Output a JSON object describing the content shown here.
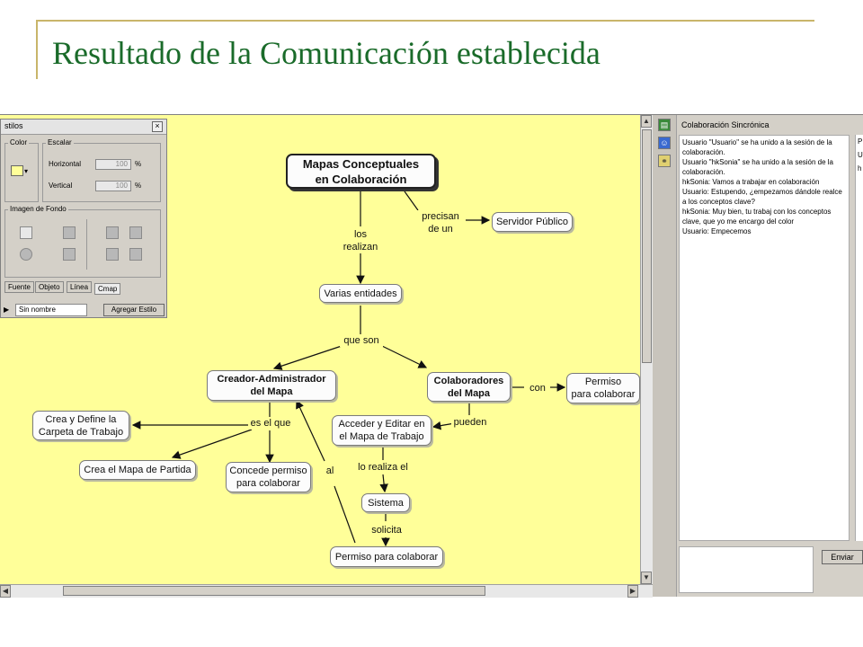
{
  "slide": {
    "title": "Resultado de la Comunicación establecida"
  },
  "map": {
    "nodes": {
      "main": "Mapas Conceptuales\nen Colaboración",
      "servidor": "Servidor Público",
      "varias": "Varias entidades",
      "creador": "Creador-Administrador\ndel Mapa",
      "colaboradores": "Colaboradores\ndel Mapa",
      "permiso_colaborar": "Permiso\npara colaborar",
      "crea_define": "Crea y Define la\nCarpeta de Trabajo",
      "acceder": "Acceder y Editar en\nel Mapa de Trabajo",
      "crea_mapa": "Crea el Mapa de Partida",
      "concede": "Concede permiso\npara colaborar",
      "sistema": "Sistema",
      "permiso_para": "Permiso para colaborar"
    },
    "links": {
      "precisan": "precisan\nde un",
      "los_realizan": "los\nrealizan",
      "que_son": "que son",
      "con": "con",
      "es_el_que": "es el que",
      "pueden": "pueden",
      "lo_realiza": "lo realiza el",
      "al": "al",
      "solicita": "solicita"
    }
  },
  "styles_panel": {
    "title": "stilos",
    "color_label": "Color",
    "escalar_label": "Escalar",
    "horizontal_label": "Horizontal",
    "horizontal_value": "100",
    "vertical_label": "Vertical",
    "vertical_value": "100",
    "percent": "%",
    "imagen_label": "Imagen de Fondo",
    "tabs": [
      "Fuente",
      "Objeto",
      "Línea",
      "Cmap"
    ],
    "name_field": "Sin nombre",
    "add_style_button": "Agregar Estilo"
  },
  "collab": {
    "title": "Colaboración Sincrónica",
    "messages": [
      "Usuario \"Usuario\" se ha unido a la sesión de la colaboración.",
      "Usuario \"hkSonia\" se ha unido a la sesión de la colaboración.",
      "hkSonia: Vamos a trabajar en colaboración",
      "Usuario: Estupendo, ¿empezamos dándole realce a los conceptos clave?",
      "hkSonia: Muy bien, tu trabaj con los conceptos clave, que yo me encargo del color",
      "Usuario: Empecemos"
    ],
    "side_letters": [
      "P",
      "U",
      "h"
    ],
    "send_button": "Enviar"
  },
  "colors": {
    "title": "#1a6b2a",
    "canvas": "#ffff99",
    "accent_line": "#c9b56a"
  }
}
